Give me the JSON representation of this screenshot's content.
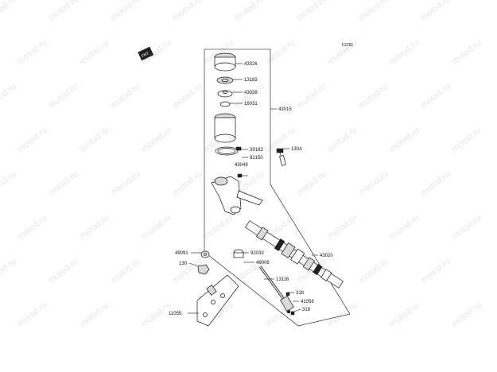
{
  "diagram": {
    "code": "F2261",
    "watermark": "motod.ru",
    "front_mark": "FRT",
    "callouts": [
      "43026",
      "13183",
      "43028",
      "16031",
      "43015",
      "39183",
      "130A",
      "92150",
      "43049",
      "43020",
      "49091",
      "92033",
      "130",
      "49006",
      "13116",
      "318",
      "41058",
      "318",
      "11055"
    ]
  }
}
